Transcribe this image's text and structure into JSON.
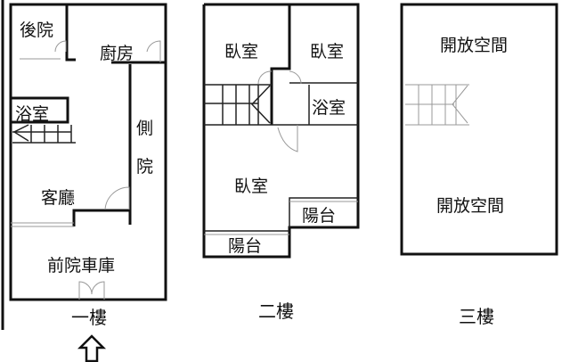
{
  "floor1": {
    "title": "一樓",
    "rooms": {
      "back_yard": "後院",
      "kitchen": "廚房",
      "bathroom": "浴室",
      "side_yard_1": "側",
      "side_yard_2": "院",
      "living_room": "客廳",
      "front_garage": "前院車庫"
    }
  },
  "floor2": {
    "title": "二樓",
    "rooms": {
      "bedroom_1": "臥室",
      "bedroom_2": "臥室",
      "bathroom": "浴室",
      "bedroom_3": "臥室",
      "balcony_right": "陽台",
      "balcony_left": "陽台"
    }
  },
  "floor3": {
    "title": "三樓",
    "rooms": {
      "open_space_1": "開放空間",
      "open_space_2": "開放空間"
    }
  }
}
